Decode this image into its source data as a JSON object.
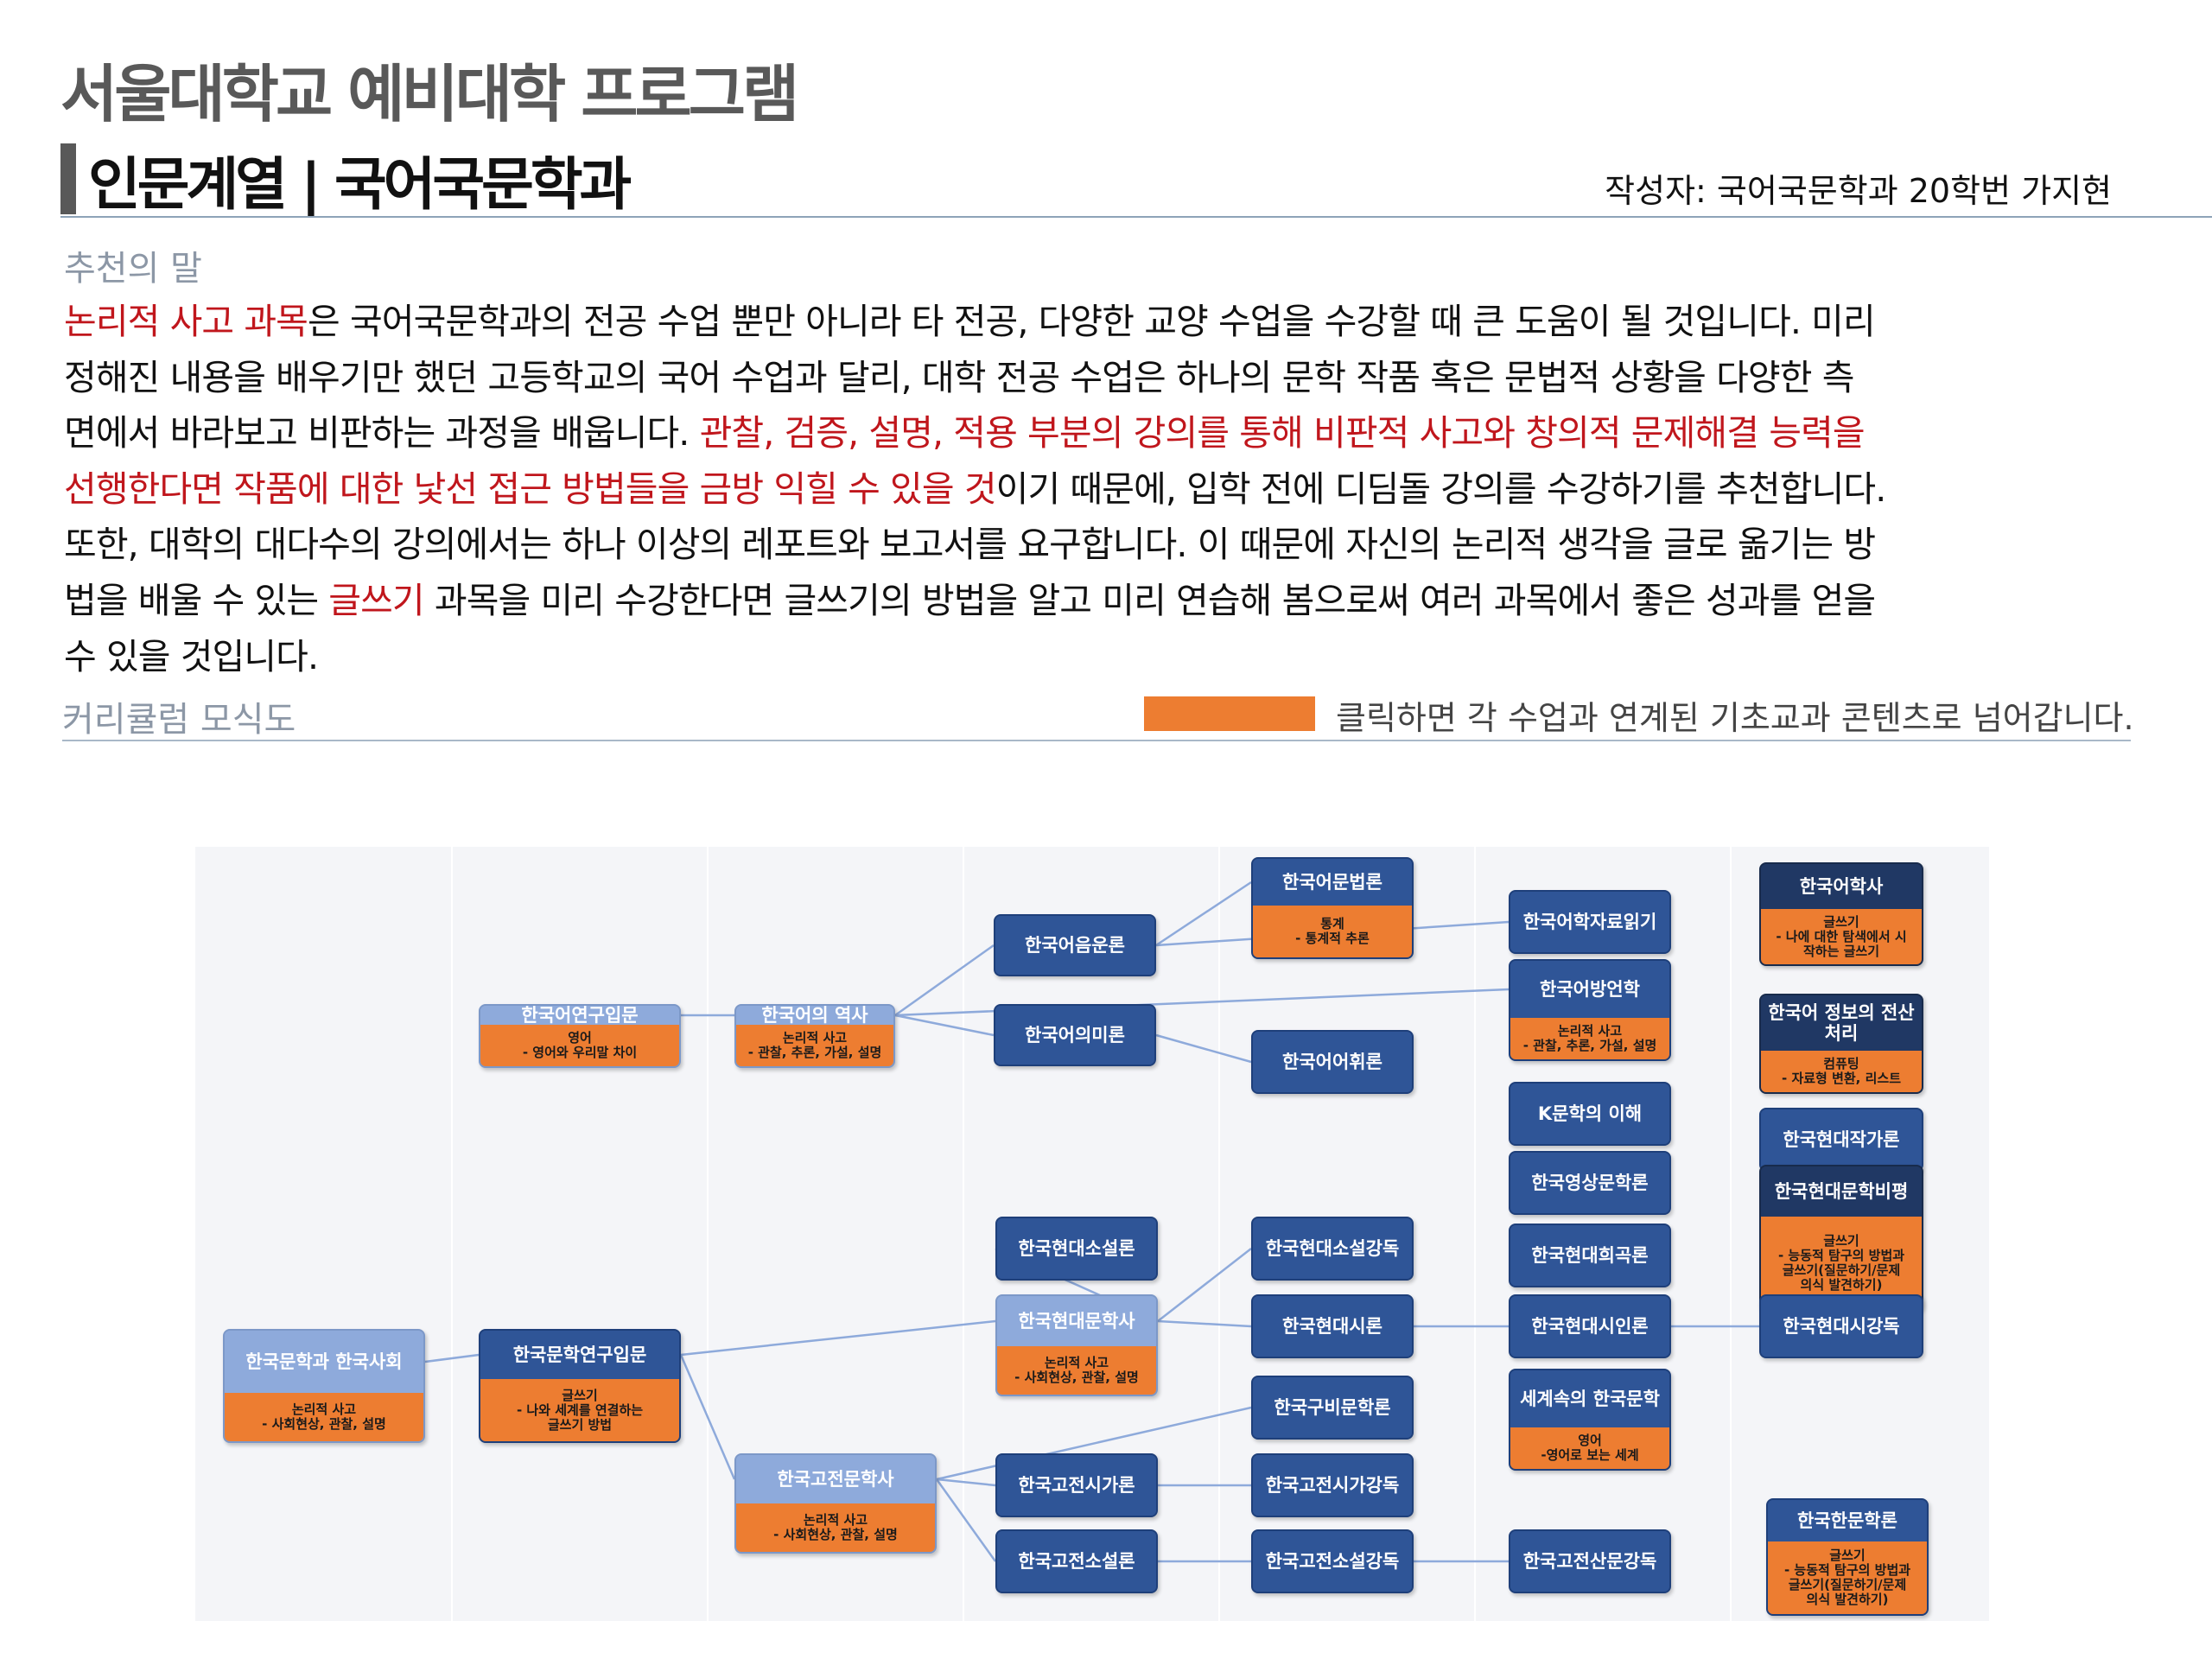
{
  "header": {
    "title": "서울대학교 예비대학 프로그램",
    "subtitle": "인문계열 | 국어국문학과",
    "author": "작성자: 국어국문학과 20학번 가지현"
  },
  "recommendation": {
    "label": "추천의 말",
    "lines": [
      [
        {
          "t": "논리적 사고 과목",
          "hl": true
        },
        {
          "t": "은 국어국문학과의 전공 수업 뿐만 아니라 타 전공, 다양한 교양 수업을 수강할 때 큰 도움이 될 것입니다. 미리",
          "hl": false
        }
      ],
      [
        {
          "t": "정해진 내용을 배우기만 했던 고등학교의 국어 수업과 달리, 대학 전공 수업은 하나의 문학 작품 혹은 문법적 상황을 다양한 측",
          "hl": false
        }
      ],
      [
        {
          "t": "면에서 바라보고 비판하는 과정을 배웁니다. ",
          "hl": false
        },
        {
          "t": "관찰, 검증, 설명, 적용 부분의 강의를 통해 비판적 사고와 창의적 문제해결 능력을",
          "hl": true
        }
      ],
      [
        {
          "t": "선행한다면 작품에 대한 낯선 접근 방법들을 금방 익힐 수 있을 것",
          "hl": true
        },
        {
          "t": "이기 때문에, 입학 전에 디딤돌 강의를 수강하기를 추천합니다.",
          "hl": false
        }
      ],
      [
        {
          "t": "또한, 대학의 대다수의 강의에서는 하나 이상의 레포트와 보고서를 요구합니다. 이 때문에 자신의 논리적 생각을 글로 옮기는 방",
          "hl": false
        }
      ],
      [
        {
          "t": "법을 배울 수 있는 ",
          "hl": false
        },
        {
          "t": "글쓰기",
          "hl": true
        },
        {
          "t": " 과목을 미리 수강한다면 글쓰기의 방법을 알고 미리 연습해 봄으로써 여러 과목에서 좋은 성과를 얻을",
          "hl": false
        }
      ],
      [
        {
          "t": "수 있을 것입니다.",
          "hl": false
        }
      ]
    ]
  },
  "curriculum": {
    "label": "커리큘럼 모식도",
    "legend_text": "클릭하면 각 수업과 연계된 기초교과 콘텐츠로 넘어갑니다.",
    "legend_color": "#ed7d31",
    "nodes": [
      {
        "id": "n1",
        "title": "한국어연구입문",
        "sub": [
          "영어",
          "- 영어와 우리말 차이"
        ],
        "style": "light"
      },
      {
        "id": "n2",
        "title": "한국어의 역사",
        "sub": [
          "논리적 사고",
          "- 관찰, 추론, 가설, 설명"
        ],
        "style": "light"
      },
      {
        "id": "n3",
        "title": "한국어음운론",
        "sub": [],
        "style": "mid"
      },
      {
        "id": "n4",
        "title": "한국어의미론",
        "sub": [],
        "style": "mid"
      },
      {
        "id": "n5",
        "title": "한국어문법론",
        "sub": [
          "통계",
          "- 통계적 추론"
        ],
        "style": "mid"
      },
      {
        "id": "n6",
        "title": "한국어어휘론",
        "sub": [],
        "style": "mid"
      },
      {
        "id": "n7",
        "title": "한국어학자료읽기",
        "sub": [],
        "style": "mid"
      },
      {
        "id": "n8",
        "title": "한국어방언학",
        "sub": [
          "논리적 사고",
          "- 관찰, 추론, 가설, 설명"
        ],
        "style": "mid"
      },
      {
        "id": "n9",
        "title": "K문학의 이해",
        "sub": [],
        "style": "mid"
      },
      {
        "id": "n10",
        "title": "한국영상문학론",
        "sub": [],
        "style": "mid"
      },
      {
        "id": "n11",
        "title": "한국현대희곡론",
        "sub": [],
        "style": "mid"
      },
      {
        "id": "n12",
        "title": "한국현대시인론",
        "sub": [],
        "style": "mid"
      },
      {
        "id": "n13",
        "title": "세계속의 한국문학",
        "sub": [
          "영어",
          "-영어로 보는 세계"
        ],
        "style": "mid"
      },
      {
        "id": "n14",
        "title": "한국고전산문강독",
        "sub": [],
        "style": "mid"
      },
      {
        "id": "n15",
        "title": "한국어학사",
        "sub": [
          "글쓰기",
          "- 나에 대한 탐색에서 시",
          "작하는 글쓰기"
        ],
        "style": "dark"
      },
      {
        "id": "n16",
        "title": "한국어 정보의 전산처리",
        "sub": [
          "컴퓨팅",
          "- 자료형 변환, 리스트"
        ],
        "style": "dark"
      },
      {
        "id": "n17",
        "title": "한국현대작가론",
        "sub": [],
        "style": "mid"
      },
      {
        "id": "n18",
        "title": "한국현대문학비평",
        "sub": [
          "글쓰기",
          "- 능동적 탐구의 방법과",
          "글쓰기(질문하기/문제",
          "의식 발견하기)"
        ],
        "style": "dark"
      },
      {
        "id": "n19",
        "title": "한국현대시강독",
        "sub": [],
        "style": "mid"
      },
      {
        "id": "n20",
        "title": "한국한문학론",
        "sub": [
          "글쓰기",
          "- 능동적 탐구의 방법과",
          "글쓰기(질문하기/문제",
          "의식 발견하기)"
        ],
        "style": "mid"
      },
      {
        "id": "n21",
        "title": "한국문학과 한국사회",
        "sub": [
          "논리적 사고",
          "- 사회현상, 관찰, 설명"
        ],
        "style": "light"
      },
      {
        "id": "n22",
        "title": "한국문학연구입문",
        "sub": [
          "글쓰기",
          "- 나와 세계를 연결하는",
          "글쓰기 방법"
        ],
        "style": "mid"
      },
      {
        "id": "n23",
        "title": "한국현대소설론",
        "sub": [],
        "style": "mid"
      },
      {
        "id": "n24",
        "title": "한국현대문학사",
        "sub": [
          "논리적 사고",
          "- 사회현상, 관찰, 설명"
        ],
        "style": "light"
      },
      {
        "id": "n25",
        "title": "한국고전문학사",
        "sub": [
          "논리적 사고",
          "- 사회현상, 관찰, 설명"
        ],
        "style": "light"
      },
      {
        "id": "n26",
        "title": "한국현대소설강독",
        "sub": [],
        "style": "mid"
      },
      {
        "id": "n27",
        "title": "한국현대시론",
        "sub": [],
        "style": "mid"
      },
      {
        "id": "n28",
        "title": "한국구비문학론",
        "sub": [],
        "style": "mid"
      },
      {
        "id": "n29",
        "title": "한국고전시가론",
        "sub": [],
        "style": "mid"
      },
      {
        "id": "n30",
        "title": "한국고전소설론",
        "sub": [],
        "style": "mid"
      },
      {
        "id": "n31",
        "title": "한국고전시가강독",
        "sub": [],
        "style": "mid"
      },
      {
        "id": "n32",
        "title": "한국고전소설강독",
        "sub": [],
        "style": "mid"
      }
    ],
    "links": [
      [
        "n1",
        "n2"
      ],
      [
        "n2",
        "n3"
      ],
      [
        "n2",
        "n4"
      ],
      [
        "n2",
        "n8"
      ],
      [
        "n3",
        "n5"
      ],
      [
        "n3",
        "n7"
      ],
      [
        "n4",
        "n6"
      ],
      [
        "n21",
        "n22"
      ],
      [
        "n22",
        "n24"
      ],
      [
        "n22",
        "n25"
      ],
      [
        "n24",
        "n23"
      ],
      [
        "n24",
        "n26"
      ],
      [
        "n24",
        "n27"
      ],
      [
        "n27",
        "n12"
      ],
      [
        "n12",
        "n19"
      ],
      [
        "n25",
        "n28"
      ],
      [
        "n25",
        "n29"
      ],
      [
        "n25",
        "n30"
      ],
      [
        "n29",
        "n31"
      ],
      [
        "n30",
        "n32"
      ],
      [
        "n32",
        "n14"
      ]
    ]
  }
}
